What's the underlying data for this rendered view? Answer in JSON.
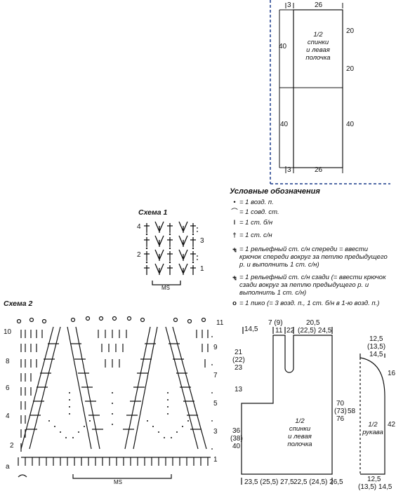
{
  "top_pattern": {
    "widths": {
      "left": "3",
      "main": "26"
    },
    "heights": {
      "left_total": "40",
      "right_upper": "20",
      "right_lower": "20",
      "left_bottom": "40",
      "right_bottom": "40"
    },
    "bottom_widths": {
      "left": "3",
      "main": "26"
    },
    "label": [
      "1/2",
      "спинки",
      "и левая",
      "полочка"
    ]
  },
  "legend": {
    "title": "Условные обозначения",
    "items": [
      {
        "symbol": "•",
        "text": "= 1 возд. п."
      },
      {
        "symbol": "⌒",
        "text": "= 1 совд. ст."
      },
      {
        "symbol": "ǀ",
        "text": "= 1 ст. б/н"
      },
      {
        "symbol": "†",
        "text": "= 1 ст. с/н"
      },
      {
        "symbol": "⨧",
        "text": "= 1 рельефный ст. с/н спереди = ввести крючок спереди вокруг за петлю предыдущего р. и выполнить 1 ст. с/н)"
      },
      {
        "symbol": "⨧",
        "text": "= 1 рельефный ст. с/н сзади (= ввести крючок сзади вокруг за петлю предыдущего р. и выполнить 1 ст. с/н)"
      },
      {
        "symbol": "o",
        "text": "= 1 пико (= 3 возд. п., 1 ст. б/н в 1-ю возд. п.)"
      }
    ]
  },
  "scheme1": {
    "title": "Схема 1",
    "rows_left": [
      "4",
      "2"
    ],
    "rows_right": [
      "3",
      "1"
    ],
    "ms": "MS"
  },
  "scheme2": {
    "title": "Схема 2",
    "rows_left": [
      "10",
      "8",
      "6",
      "4",
      "2",
      "a"
    ],
    "rows_right": [
      "11",
      "9",
      "7",
      "5",
      "3",
      "1"
    ],
    "ms": "MS"
  },
  "back_pattern": {
    "top": [
      "14,5",
      "7 (9)",
      "11",
      "22",
      "20,5",
      "(22,5) 24,5"
    ],
    "left": [
      "21",
      "(22)",
      "23",
      "13",
      "36",
      "(38)",
      "40"
    ],
    "right": [
      "70",
      "(73)",
      "76",
      "58"
    ],
    "bottom": [
      "23,5 (25,5) 27,5",
      "22,5 (24,5) 26,5"
    ],
    "label": [
      "1/2",
      "спинки",
      "и левая",
      "полочка"
    ]
  },
  "sleeve_pattern": {
    "top": [
      "12,5",
      "(13,5)",
      "14,5"
    ],
    "right": [
      "16",
      "42"
    ],
    "bottom": [
      "12,5",
      "(13,5) 14,5"
    ],
    "label": [
      "1/2",
      "рукава"
    ]
  }
}
